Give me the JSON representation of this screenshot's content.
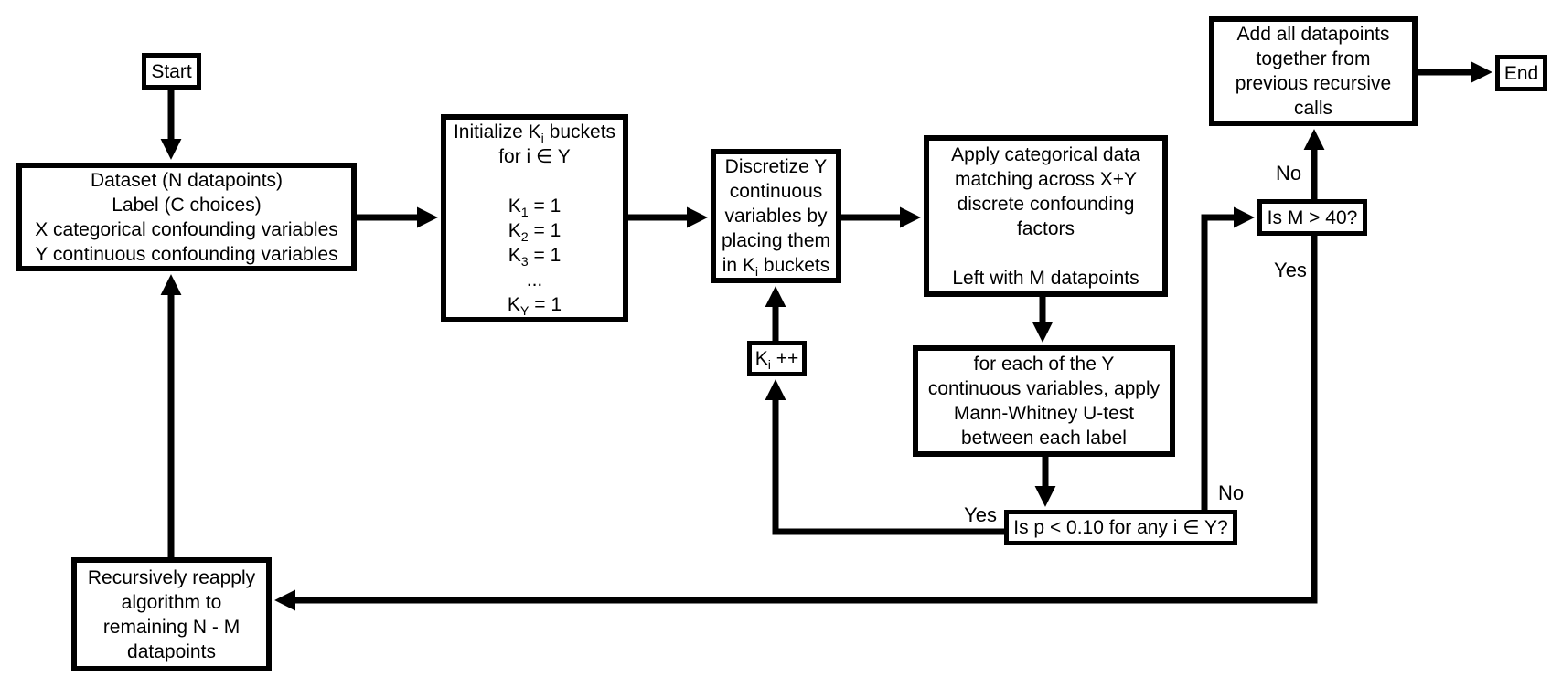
{
  "colors": {
    "ink": "#000000",
    "background": "#ffffff",
    "node_fill": "#ffffff"
  },
  "boxes": {
    "start": {
      "label": "Start"
    },
    "end": {
      "label": "End"
    },
    "dataset": {
      "lines": [
        "Dataset (N datapoints)",
        "Label (C choices)",
        "X categorical confounding variables",
        "Y continuous confounding variables"
      ]
    },
    "initialize": {
      "lines": [
        "Initialize K<sub>i</sub> buckets",
        "for i ∈ Y",
        "",
        "K<sub>1</sub> = 1",
        "K<sub>2</sub> = 1",
        "K<sub>3</sub> = 1",
        "...",
        "K<sub>Y</sub> = 1"
      ]
    },
    "discretize": {
      "lines": [
        "Discretize Y",
        "continuous",
        "variables by",
        "placing them",
        "in K<sub>i</sub> buckets"
      ]
    },
    "apply_matching": {
      "lines": [
        "Apply categorical data",
        "matching across X+Y",
        "discrete confounding",
        "factors",
        "",
        "Left with M datapoints"
      ]
    },
    "increment_k": {
      "label": "K<sub>i</sub> ++"
    },
    "mann_whitney": {
      "lines": [
        "for each of the Y",
        "continuous variables, apply",
        "Mann-Whitney U-test",
        "between each label"
      ]
    },
    "p_test": {
      "label": "Is p < 0.10 for any i ∈ Y?"
    },
    "m_test": {
      "label": "Is M > 40?"
    },
    "add_datapoints": {
      "lines": [
        "Add all datapoints",
        "together from",
        "previous recursive",
        "calls"
      ]
    },
    "recurse": {
      "lines": [
        "Recursively reapply",
        "algorithm to",
        "remaining N - M",
        "datapoints"
      ]
    }
  },
  "edge_labels": {
    "p_yes": "Yes",
    "p_no": "No",
    "m_no": "No",
    "m_yes": "Yes"
  }
}
